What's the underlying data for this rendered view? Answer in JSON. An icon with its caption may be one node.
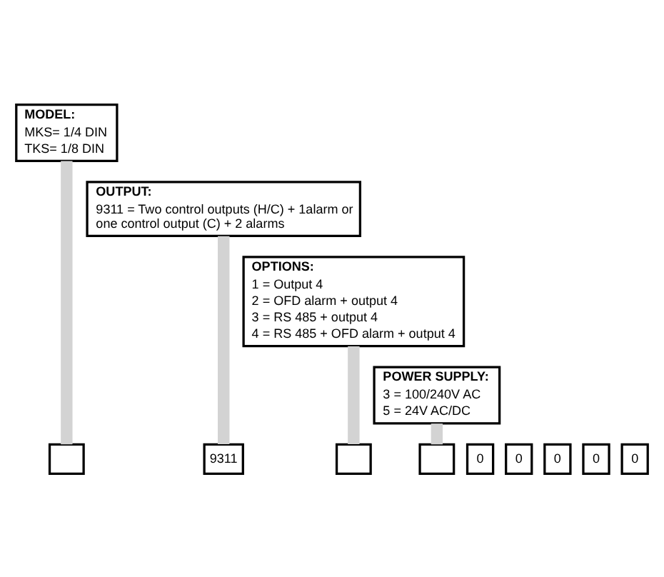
{
  "diagram": {
    "nodes": [
      {
        "text": [
          "MODEL:",
          "MKS= 1/4 DIN",
          "TKS= 1/8 DIN"
        ]
      },
      {
        "text": [
          "OUTPUT:",
          "9311 = Two control outputs (H/C) + 1alarm or one control output (C) + 2 alarms"
        ]
      },
      {
        "text": [
          "OPTIONS:",
          "1 = Output 4",
          "2 = OFD alarm + output 4",
          "3 = RS 485 + output 4",
          "4 = RS 485 + OFD alarm + output 4"
        ]
      },
      {
        "text": [
          "POWER SUPPLY:",
          "3 = 100/240V AC",
          "5 = 24V AC/DC"
        ]
      },
      {
        "text": [],
        "shape": "box"
      },
      {
        "text": [
          "9311"
        ]
      },
      {
        "text": [],
        "shape": "box"
      },
      {
        "text": [],
        "shape": "box"
      },
      {
        "text": [
          "0"
        ]
      },
      {
        "text": [
          "0"
        ]
      },
      {
        "text": [
          "0"
        ]
      },
      {
        "text": [
          "0"
        ]
      },
      {
        "text": [
          "0"
        ]
      }
    ],
    "edges": [
      {
        "from": 0,
        "to": 4,
        "arrow": "none"
      },
      {
        "from": 1,
        "to": 5,
        "arrow": "none"
      },
      {
        "from": 2,
        "to": 6,
        "arrow": "none"
      },
      {
        "from": 3,
        "to": 7,
        "arrow": "none"
      }
    ]
  }
}
